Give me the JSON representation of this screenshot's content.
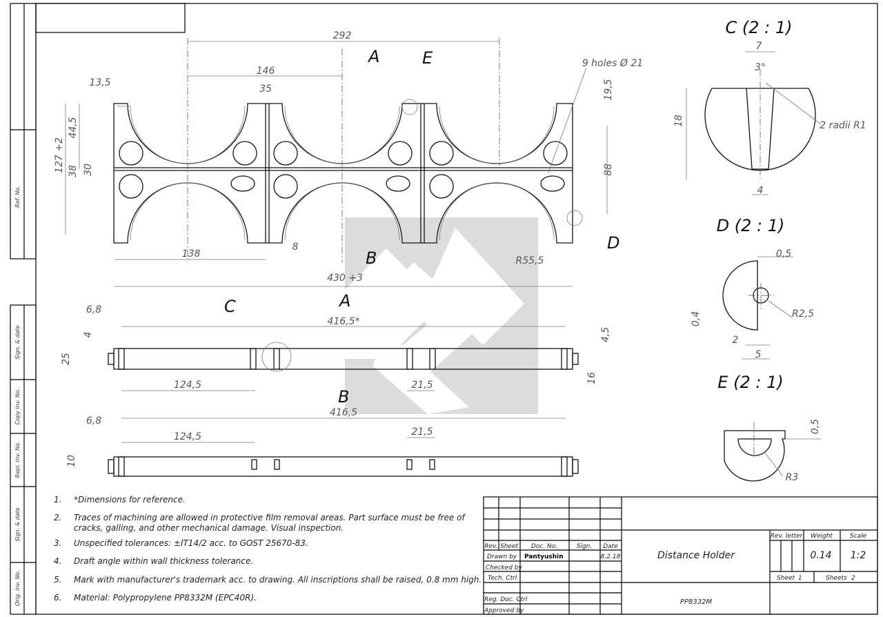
{
  "side_strip": {
    "ref_no": "Ref. No.",
    "sign_date_1": "Sign. & date",
    "copy_inv_no": "Copy Inv. No.",
    "repl_inv_no": "Repl. Inv. No.",
    "sign_date_2": "Sign. & date",
    "orig_inv_no": "Orig. Inv. No."
  },
  "views": {
    "section_a": "A",
    "section_b": "B",
    "detail_c": "C",
    "detail_d": "D",
    "detail_e": "E",
    "detail_c_title": "C (2 : 1)",
    "detail_d_title": "D (2 : 1)",
    "detail_e_title": "E (2 : 1)"
  },
  "dimensions": {
    "d292": "292",
    "d146": "146",
    "d35": "35",
    "d13_5": "13,5",
    "d44_5": "44,5",
    "d127": "127 +2",
    "d38": "38",
    "d30": "30",
    "d138": "138",
    "d8": "8",
    "d430": "430 +3",
    "d19_5": "19,5",
    "d88": "88",
    "r55_5": "R55,5",
    "holes": "9 holes Ø 21",
    "d6_8a": "6,8",
    "d416_5a": "416,5*",
    "d4": "4",
    "d25": "25",
    "d124_5a": "124,5",
    "d21_5a": "21,5",
    "d4_5": "4,5",
    "d16": "16",
    "d6_8b": "6,8",
    "d416_5b": "416,5",
    "d124_5b": "124,5",
    "d21_5b": "21,5",
    "d10": "10",
    "c_7": "7",
    "c_3deg": "3°",
    "c_18": "18",
    "c_4": "4",
    "c_radii": "2 radii R1",
    "d_0_5": "0,5",
    "d_0_4": "0,4",
    "d_r2_5": "R2,5",
    "d_2": "2",
    "d_5": "5",
    "e_0_5": "0,5",
    "e_r3": "R3"
  },
  "notes": [
    {
      "num": "1.",
      "text": "*Dimensions for reference."
    },
    {
      "num": "2.",
      "text": "Traces of machining are allowed in protective film removal areas. Part surface must be free of",
      "text2": "cracks, galling, and other mechanical damage. Visual inspection."
    },
    {
      "num": "3.",
      "text": "Unspecified tolerances: ±IT14/2 acc. to GOST 25670-83."
    },
    {
      "num": "4.",
      "text": "Draft angle within wall thickness tolerance."
    },
    {
      "num": "5.",
      "text": "Mark with manufacturer's trademark acc. to drawing. All inscriptions shall be raised, 0.8 mm high."
    },
    {
      "num": "6.",
      "text": "Material: Polypropylene PP8332M (EPC40R)."
    }
  ],
  "title_block": {
    "rev": "Rev.",
    "sheet": "Sheet",
    "doc_no": "Doc. No.",
    "sign": "Sign.",
    "date": "Date",
    "drawn_by": "Drawn by",
    "drawn_by_name": "Pantyushin",
    "drawn_date": "8.2.18",
    "checked_by": "Checked by",
    "tech_ctrl": "Tech. Ctrl",
    "reg_doc_ctrl": "Reg. Doc. Ctrl",
    "approved_by": "Approved by",
    "title": "Distance Holder",
    "material": "PP8332M",
    "rev_letter": "Rev. letter",
    "weight_label": "Weight",
    "scale_label": "Scale",
    "weight": "0.14",
    "scale": "1:2",
    "sheet_label": "Sheet",
    "sheet_no": "1",
    "sheets_label": "Sheets",
    "sheets_total": "2"
  },
  "colors": {
    "watermark": "#dcdcdc",
    "line": "#111111",
    "dim": "#666666"
  }
}
